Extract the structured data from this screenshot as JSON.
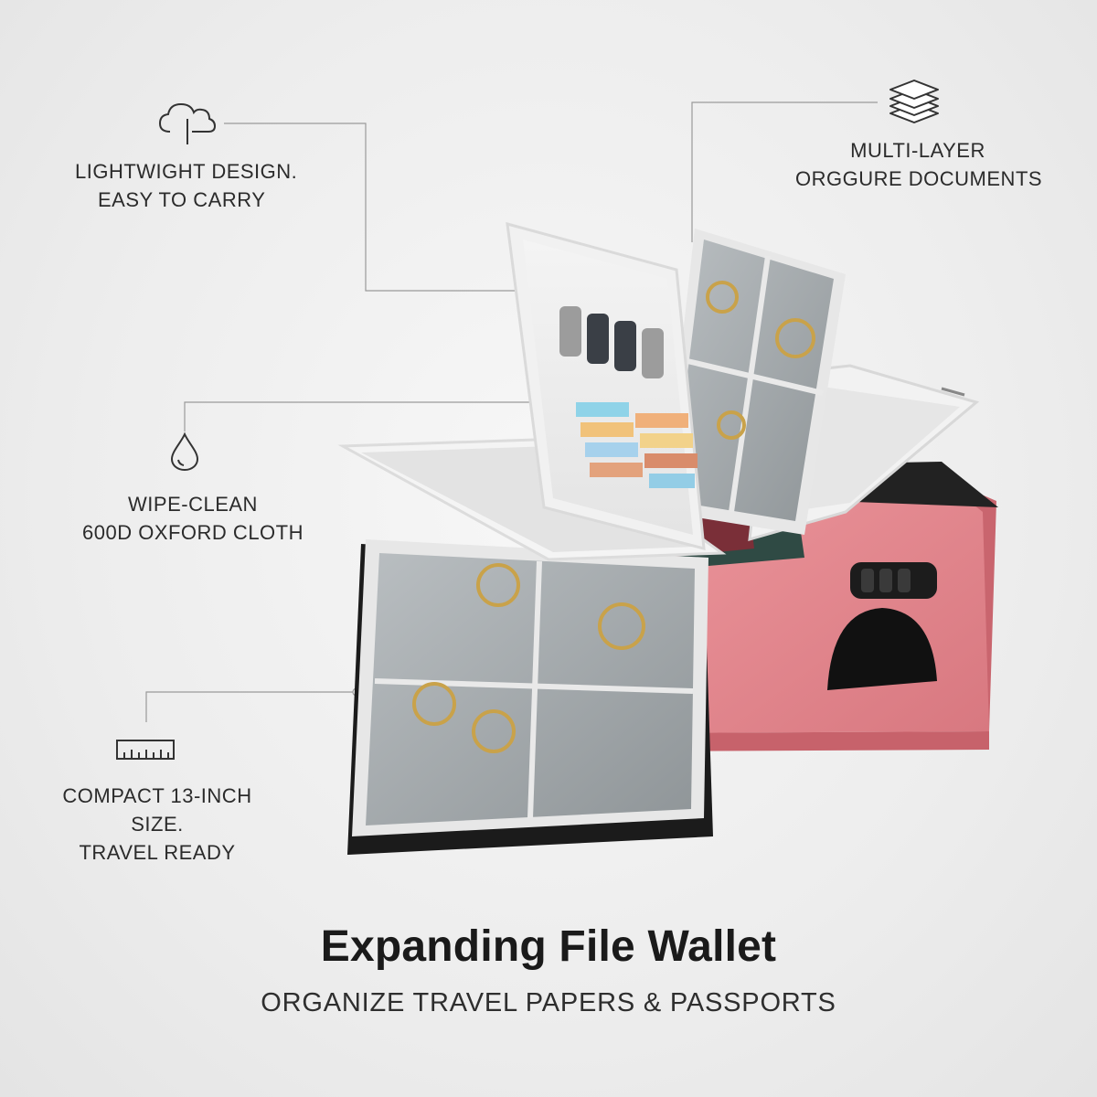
{
  "features": [
    {
      "icon": "cloud-icon",
      "lines": [
        "LIGHTWIGHT DESIGN.",
        "EASY TO CARRY"
      ]
    },
    {
      "icon": "layers-icon",
      "lines": [
        "MULTI-LAYER",
        "ORGGURE DOCUMENTS"
      ]
    },
    {
      "icon": "water-drop-icon",
      "lines": [
        "WIPE-CLEAN",
        "600D OXFORD CLOTH"
      ]
    },
    {
      "icon": "ruler-icon",
      "lines": [
        "COMPACT 13-INCH",
        "SIZE.",
        "TRAVEL READY"
      ]
    }
  ],
  "headline": "Expanding File Wallet",
  "subheadline": "ORGANIZE TRAVEL PAPERS & PASSPORTS",
  "colors": {
    "background": "#ededed",
    "box_pink": "#e7888f",
    "panel_grey": "#a9aeb1",
    "passport_gold": "#c9a24a",
    "text": "#2b2b2b"
  }
}
